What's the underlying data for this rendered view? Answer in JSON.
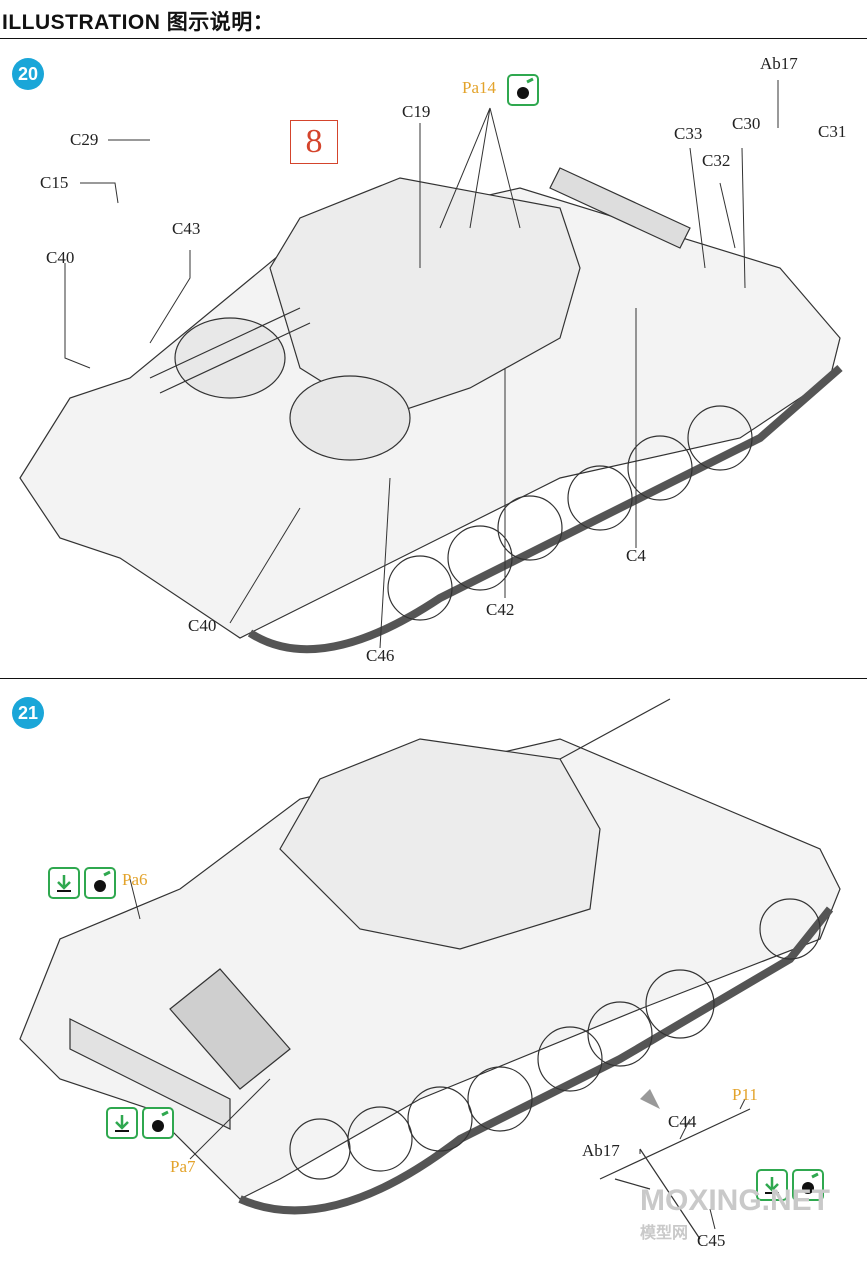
{
  "header": {
    "title": "ILLUSTRATION 图示说明："
  },
  "steps": [
    {
      "number": "20",
      "reference_box": "8",
      "labels": {
        "C29": "C29",
        "C15": "C15",
        "C43": "C43",
        "C40_top": "C40",
        "C19": "C19",
        "Pa14": "Pa14",
        "Ab17": "Ab17",
        "C30": "C30",
        "C31": "C31",
        "C33": "C33",
        "C32": "C32",
        "C4": "C4",
        "C42": "C42",
        "C40_bottom": "C40",
        "C46": "C46"
      }
    },
    {
      "number": "21",
      "labels": {
        "Pa6": "Pa6",
        "Pa7": "Pa7",
        "P11": "P11",
        "C44": "C44",
        "Ab17": "Ab17",
        "C45": "C45"
      }
    }
  ],
  "watermark": {
    "text": "MOXING.NET",
    "sub": "模型网"
  },
  "colors": {
    "badge": "#1aa6d8",
    "photo_etch": "#e3a32b",
    "reference": "#d4442c",
    "icon": "#2fa84f"
  },
  "icons": [
    "paint-drop-icon",
    "optional-arrow-icon"
  ]
}
